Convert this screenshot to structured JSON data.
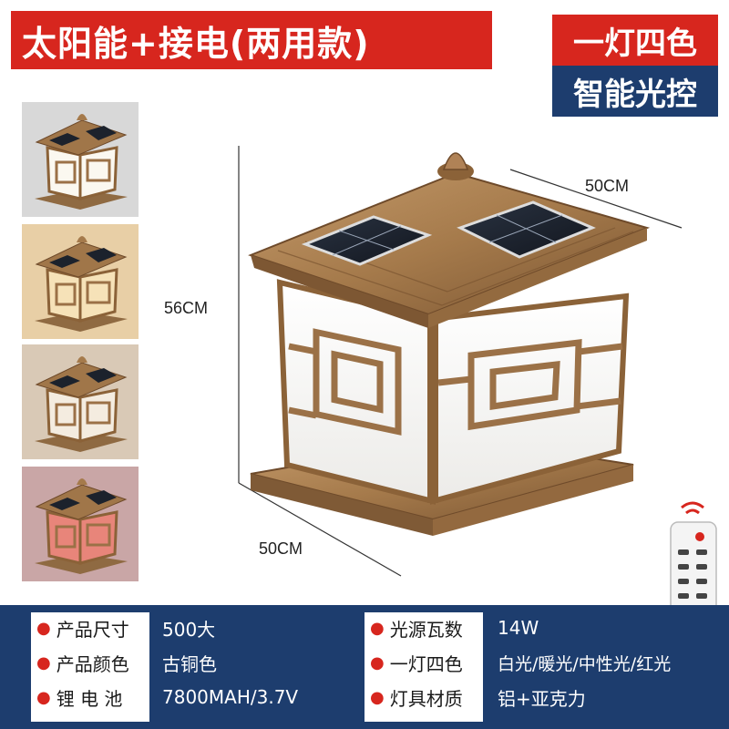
{
  "title": "太阳能+接电(两用款)",
  "badges": {
    "top": "一灯四色",
    "bottom": "智能光控"
  },
  "dimensions": {
    "width_top": "50CM",
    "height": "56CM",
    "width_bottom": "50CM"
  },
  "thumbnails": [
    {
      "color_name": "white",
      "glow": "#fbf8f0",
      "bg": "#d8d8d8"
    },
    {
      "color_name": "warm",
      "glow": "#f6e2b8",
      "bg": "#e8cfa6"
    },
    {
      "color_name": "neutral",
      "glow": "#f4ece0",
      "bg": "#d9c9b6"
    },
    {
      "color_name": "red",
      "glow": "#e8857a",
      "bg": "#c9a6a6"
    }
  ],
  "specs_left": [
    {
      "label": "产品尺寸",
      "value": "500大"
    },
    {
      "label": "产品颜色",
      "value": "古铜色"
    },
    {
      "label": "锂 电 池",
      "value": "7800MAH/3.7V"
    }
  ],
  "specs_right": [
    {
      "label": "光源瓦数",
      "value": "14W"
    },
    {
      "label": "一灯四色",
      "value": "白光/暖光/中性光/红光"
    },
    {
      "label": "灯具材质",
      "value": "铝+亚克力"
    }
  ],
  "colors": {
    "accent_red": "#d7261e",
    "navy": "#1d3d6e",
    "bronze": "#a67c4e"
  },
  "icons": {
    "spec_bullet": "dot",
    "remote": "remote-control-icon"
  }
}
